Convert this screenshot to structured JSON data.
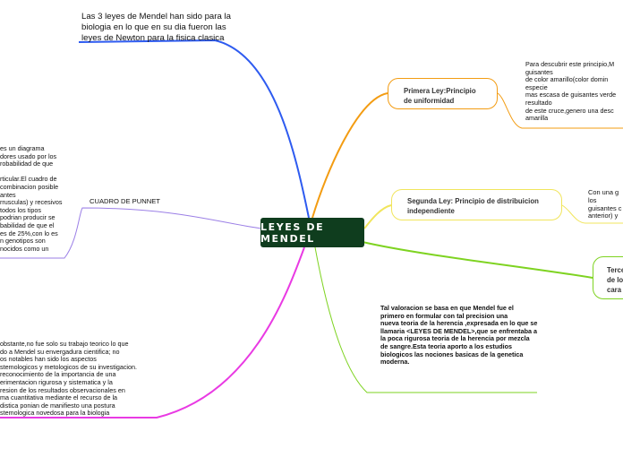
{
  "map": {
    "root": "LEYES DE MENDEL",
    "topic_blue": "Las 3 leyes de Mendel han sido para la\nbiologia en lo que en su dia fueron las\nleyes de Newton para la fisica clasica",
    "topic_purple_label": "CUADRO DE PUNNET",
    "topic_purple_body": "es un diagrama\ndores usado por los\nrobabilidad de que\n\nrticular.El cuadro de\ncombinacion posible\nantes\nrrusculas) y recesivos\ntodos los tipos\npodrian producir se\nbabilidad de que el\nes de 25%,con lo es\nn genotipos son\nnocidos como un",
    "topic_magenta": "obstante,no fue solo su trabajo teorico lo que\ndo a Mendel su envergadura cientifica; no\nos notables han sido los aspectos\nstemologicos y metologicos de su investigacion.\nreconocimiento de la importancia de una\nerimentacion rigurosa y sistematica y la\nresion de los resultados observacionales en\nma cuantitativa mediante el recurso de la\ndistica ponian de manifiesto una postura\nstemologica novedosa para la biologia",
    "topic_green_text": "Tal valoracion se basa en que Mendel fue el\nprimero en formular con tal precision una\nnueva teoria de la herencia ,expresada en lo que se\nllamaria <LEYES DE MENDEL>,que se enfrentaba a\nla poca rigurosa teoria de la herencia por mezcla\nde sangre.Esta teoria aporto a los estudios\nbiologicos las nociones basicas de la genetica\nmoderna.",
    "ley1_title": "Primera Ley:Principio\nde uniformidad",
    "ley1_detail": "Para descubrir este principio,M\nguisantes\nde color amarillo(color domin\nespecie\nmas escasa de guisantes verde\nresultado\nde este cruce,genero una desc\namarilla",
    "ley2_title": "Segunda Ley: Principio de distribuicion\nindependiente",
    "ley2_detail": "Con una g\nlos\nguisantes c\nanterior) y",
    "ley3_title": "Terce\nde lo\ncara"
  },
  "colors": {
    "root_bg": "#0f3d1e",
    "blue": "#2e5bf0",
    "orange": "#f39c12",
    "yellow": "#f1e55c",
    "green": "#7ed321",
    "magenta": "#e93ae3",
    "purple": "#9b7fe6"
  }
}
